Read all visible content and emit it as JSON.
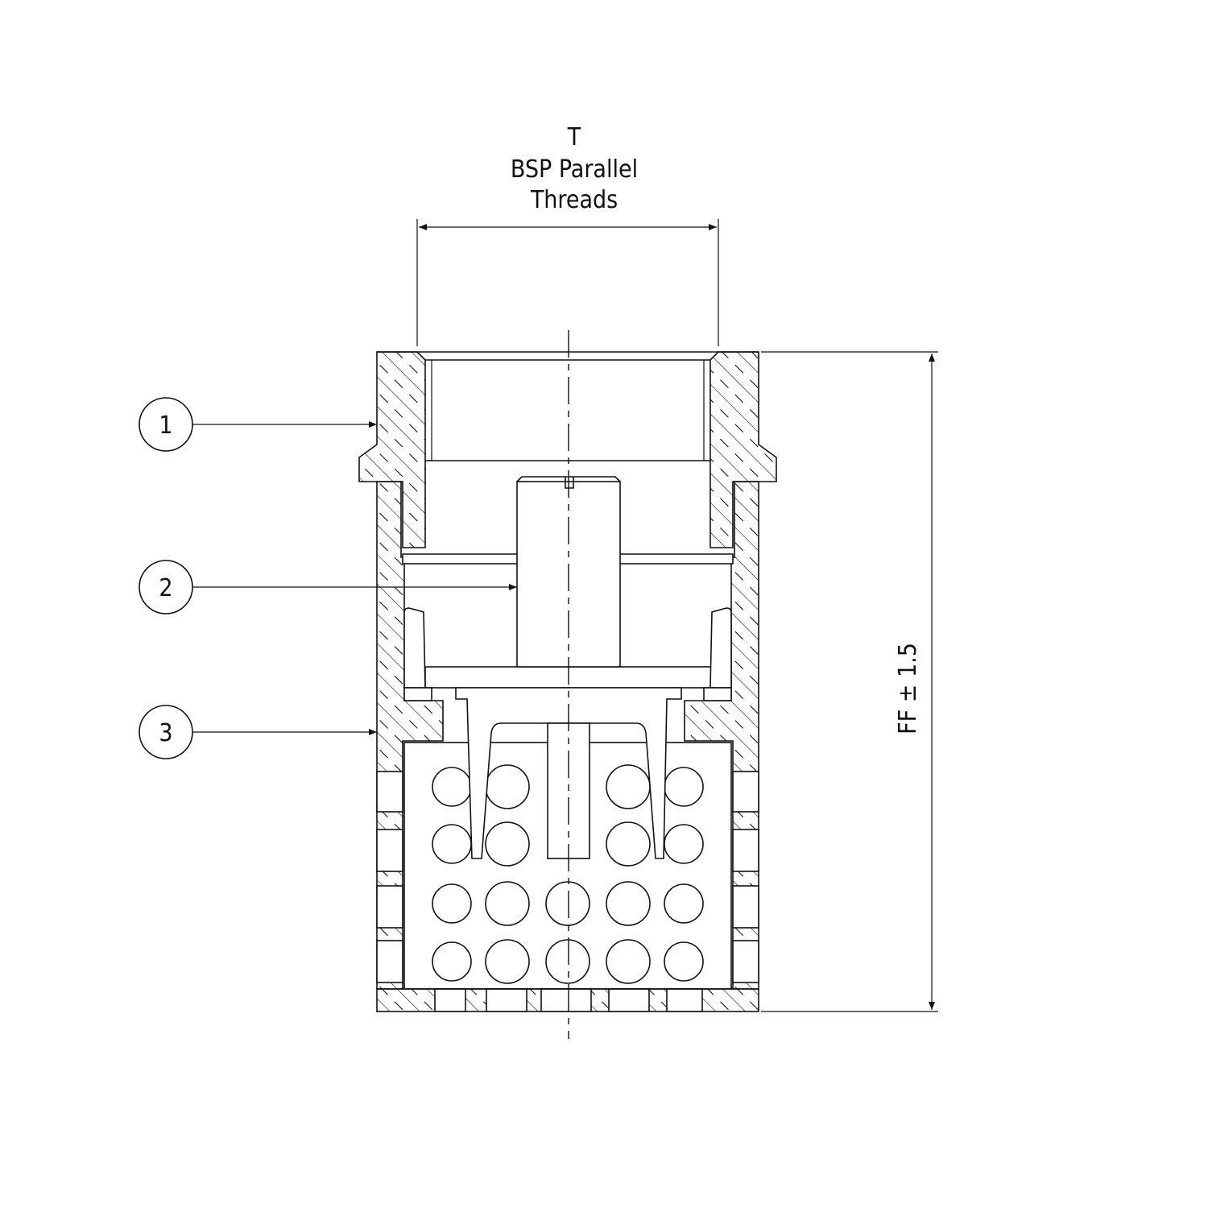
{
  "dimension_top": {
    "symbol": "T",
    "line1": "BSP Parallel",
    "line2": "Threads"
  },
  "dimension_height": {
    "label": "FF ± 1.5"
  },
  "callouts": [
    {
      "number": "1"
    },
    {
      "number": "2"
    },
    {
      "number": "3"
    }
  ],
  "colors": {
    "line": "#111111",
    "background": "#ffffff"
  }
}
